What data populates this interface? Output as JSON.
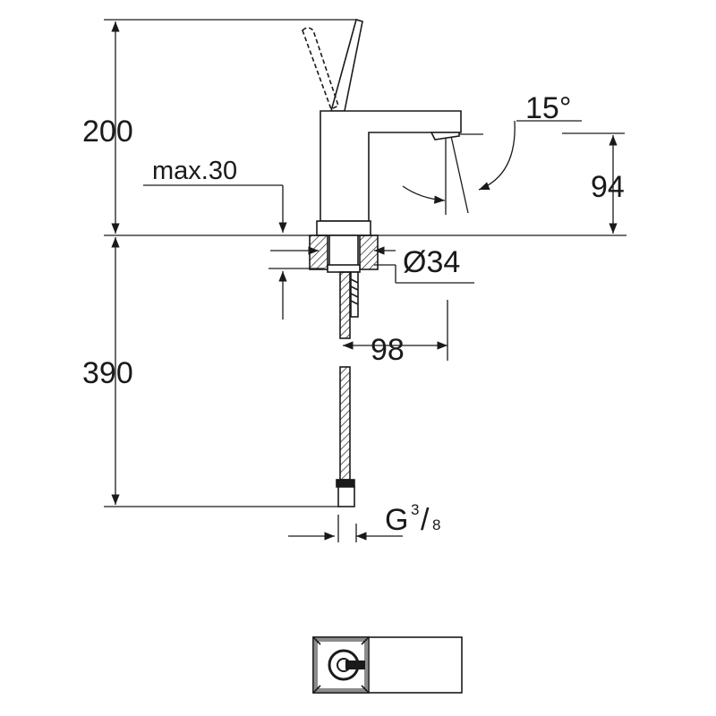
{
  "dimensions": {
    "total_height_above_deck": "200",
    "max_deck_thickness": "max.30",
    "spout_angle": "15°",
    "spout_height": "94",
    "hole_diameter": "Ø34",
    "spout_reach": "98",
    "hose_length": "390",
    "connection_thread_prefix": "G",
    "connection_thread_numerator": "3",
    "connection_thread_separator": "/",
    "connection_thread_denominator": "8"
  },
  "colors": {
    "line": "#1a1a1a",
    "hatch": "#1a1a1a"
  }
}
